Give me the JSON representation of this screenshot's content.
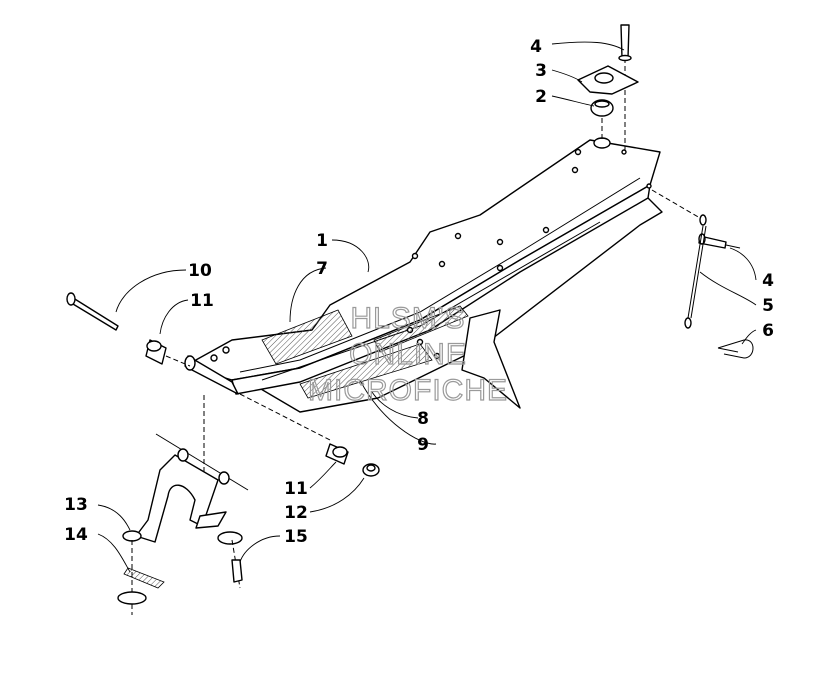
{
  "callouts": [
    {
      "id": "c4a",
      "text": "4"
    },
    {
      "id": "c3",
      "text": "3"
    },
    {
      "id": "c2",
      "text": "2"
    },
    {
      "id": "c1",
      "text": "1"
    },
    {
      "id": "c7",
      "text": "7"
    },
    {
      "id": "c10",
      "text": "10"
    },
    {
      "id": "c11a",
      "text": "11"
    },
    {
      "id": "c4b",
      "text": "4"
    },
    {
      "id": "c5",
      "text": "5"
    },
    {
      "id": "c6",
      "text": "6"
    },
    {
      "id": "c8",
      "text": "8"
    },
    {
      "id": "c9",
      "text": "9"
    },
    {
      "id": "c11b",
      "text": "11"
    },
    {
      "id": "c12",
      "text": "12"
    },
    {
      "id": "c13",
      "text": "13"
    },
    {
      "id": "c14",
      "text": "14"
    },
    {
      "id": "c15",
      "text": "15"
    }
  ],
  "watermark": [
    "HLSM'S",
    "ONLINE",
    "MICROFICHE"
  ]
}
